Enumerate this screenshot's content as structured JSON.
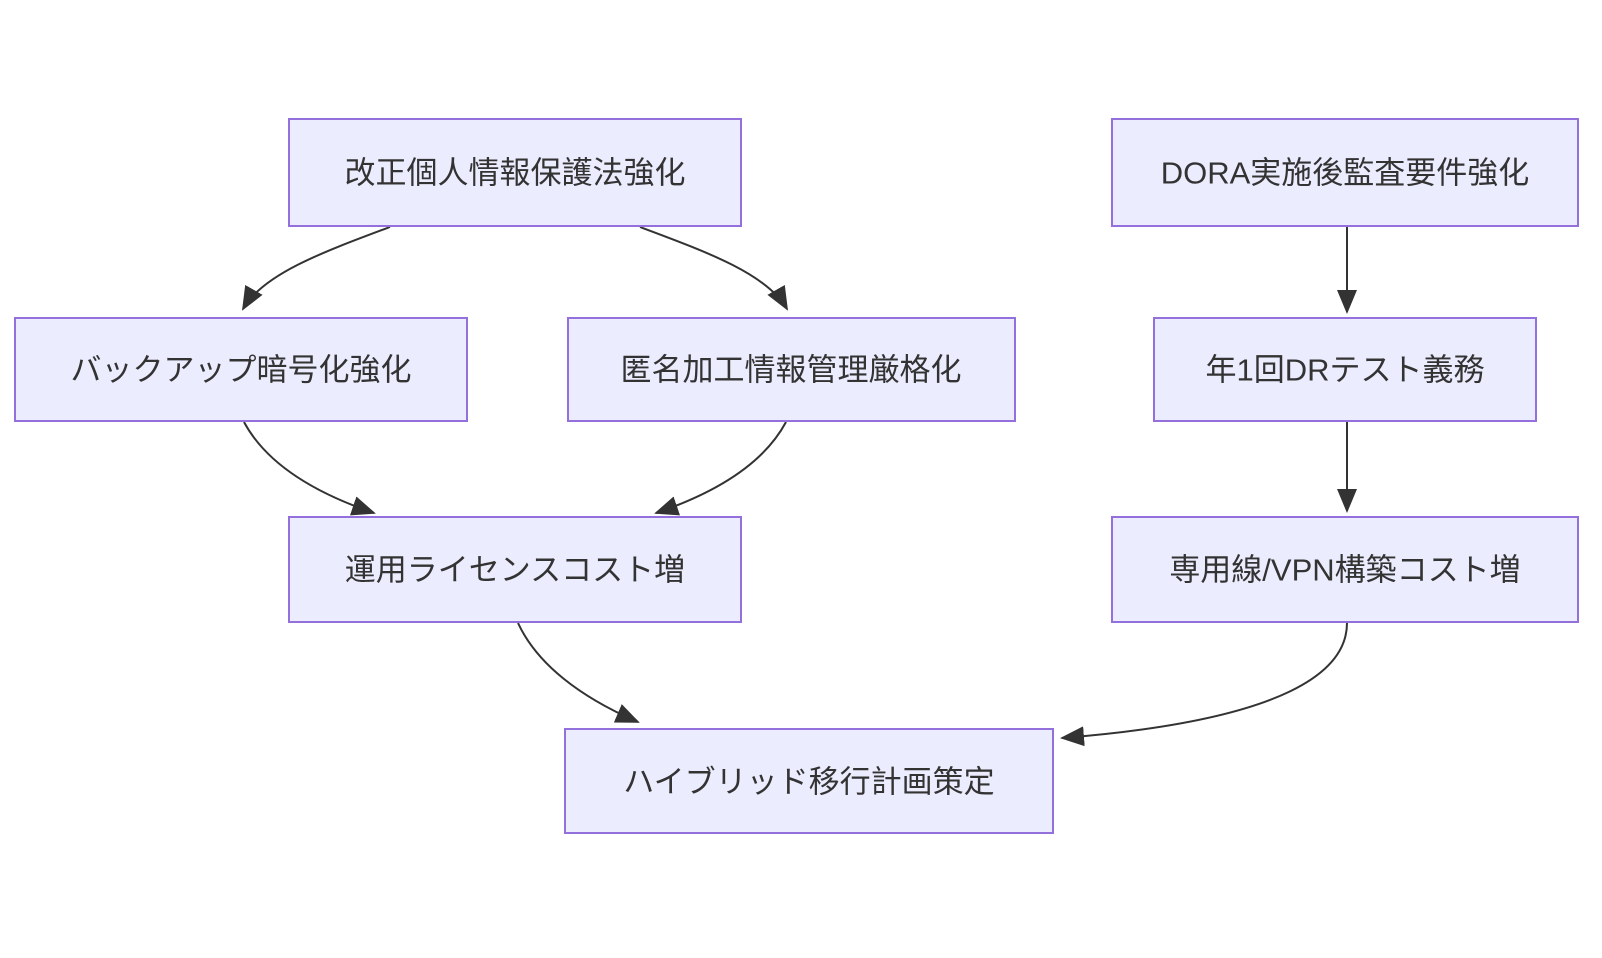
{
  "diagram": {
    "type": "flowchart",
    "direction": "top-down",
    "colors": {
      "background": "#ffffff",
      "node_fill": "#ECECFF",
      "node_border": "#9370DB",
      "edge_color": "#333333",
      "text_color": "#333333"
    }
  },
  "nodes": [
    {
      "id": "revised-appi",
      "label": "改正個人情報保護法強化"
    },
    {
      "id": "dora-audit",
      "label": "DORA実施後監査要件強化"
    },
    {
      "id": "backup-encryption",
      "label": "バックアップ暗号化強化"
    },
    {
      "id": "anonymized-data",
      "label": "匿名加工情報管理厳格化"
    },
    {
      "id": "dr-test",
      "label": "年1回DRテスト義務"
    },
    {
      "id": "license-cost",
      "label": "運用ライセンスコスト増"
    },
    {
      "id": "vpn-cost",
      "label": "専用線/VPN構築コスト増"
    },
    {
      "id": "hybrid-plan",
      "label": "ハイブリッド移行計画策定"
    }
  ],
  "edges": [
    {
      "from": "revised-appi",
      "to": "backup-encryption"
    },
    {
      "from": "revised-appi",
      "to": "anonymized-data"
    },
    {
      "from": "dora-audit",
      "to": "dr-test"
    },
    {
      "from": "backup-encryption",
      "to": "license-cost"
    },
    {
      "from": "anonymized-data",
      "to": "license-cost"
    },
    {
      "from": "dr-test",
      "to": "vpn-cost"
    },
    {
      "from": "license-cost",
      "to": "hybrid-plan"
    },
    {
      "from": "vpn-cost",
      "to": "hybrid-plan"
    }
  ]
}
